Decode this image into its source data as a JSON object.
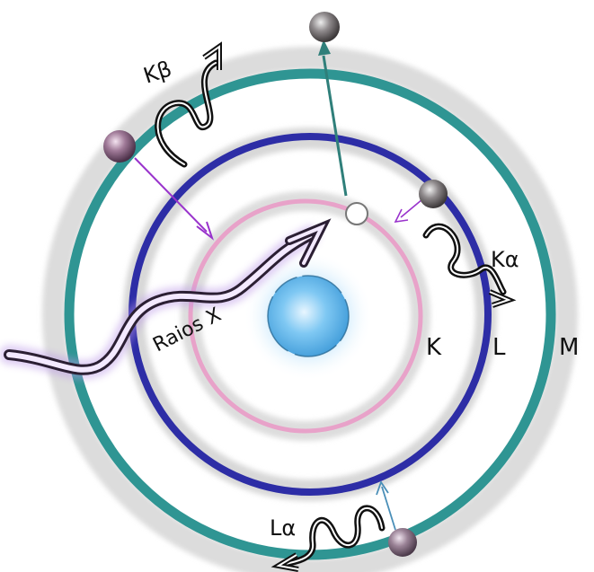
{
  "diagram": {
    "shells": [
      {
        "id": "K",
        "label": "K",
        "color": "#e8a2c9"
      },
      {
        "id": "L",
        "label": "L",
        "color": "#2d2da6"
      },
      {
        "id": "M",
        "label": "M",
        "color": "#2f9593"
      }
    ],
    "emissions": {
      "k_beta": "Kβ",
      "k_alpha": "Kα",
      "l_alpha": "Lα"
    },
    "incoming_ray": {
      "label": "Raios X",
      "color": "#b995e6"
    },
    "nucleus_color": "#5fb8f0",
    "transition_arrow_color": "#9933cc",
    "ejection_arrow_color": "#2f7f7a"
  }
}
